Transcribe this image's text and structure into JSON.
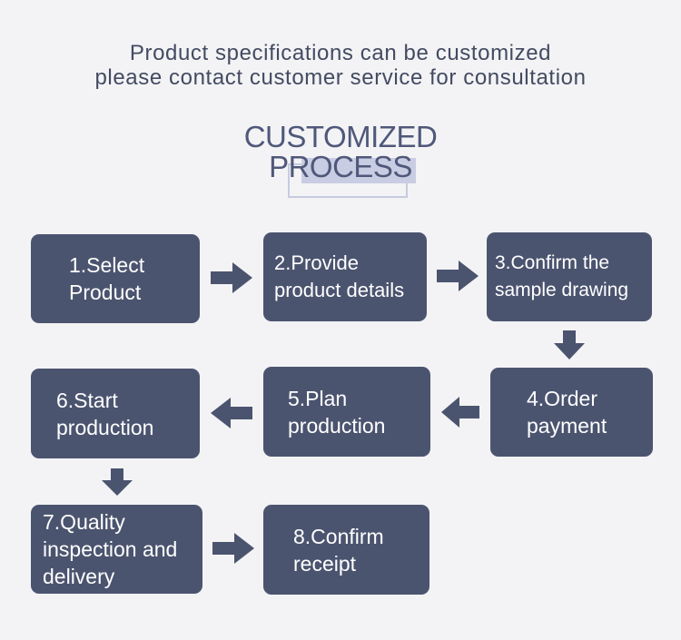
{
  "intro": {
    "line1": "Product specifications can be customized",
    "line2": "please contact customer service for consultation"
  },
  "title": {
    "line1": "CUSTOMIZED",
    "line2": "PROCESS"
  },
  "colors": {
    "box": "#4b546f",
    "arrow": "#4b546f",
    "title": "#4f587a",
    "accent": "#c9cde3",
    "background": "#f3f3f5"
  },
  "steps": [
    {
      "lines": [
        "1.Select",
        "Product"
      ]
    },
    {
      "lines": [
        "2.Provide",
        "product details"
      ]
    },
    {
      "lines": [
        "3.Confirm the",
        "sample drawing"
      ]
    },
    {
      "lines": [
        "4.Order",
        "payment"
      ]
    },
    {
      "lines": [
        "5.Plan",
        "production"
      ]
    },
    {
      "lines": [
        "6.Start",
        "production"
      ]
    },
    {
      "lines": [
        "7.Quality",
        "inspection and",
        "delivery"
      ]
    },
    {
      "lines": [
        "8.Confirm",
        "receipt"
      ]
    }
  ]
}
